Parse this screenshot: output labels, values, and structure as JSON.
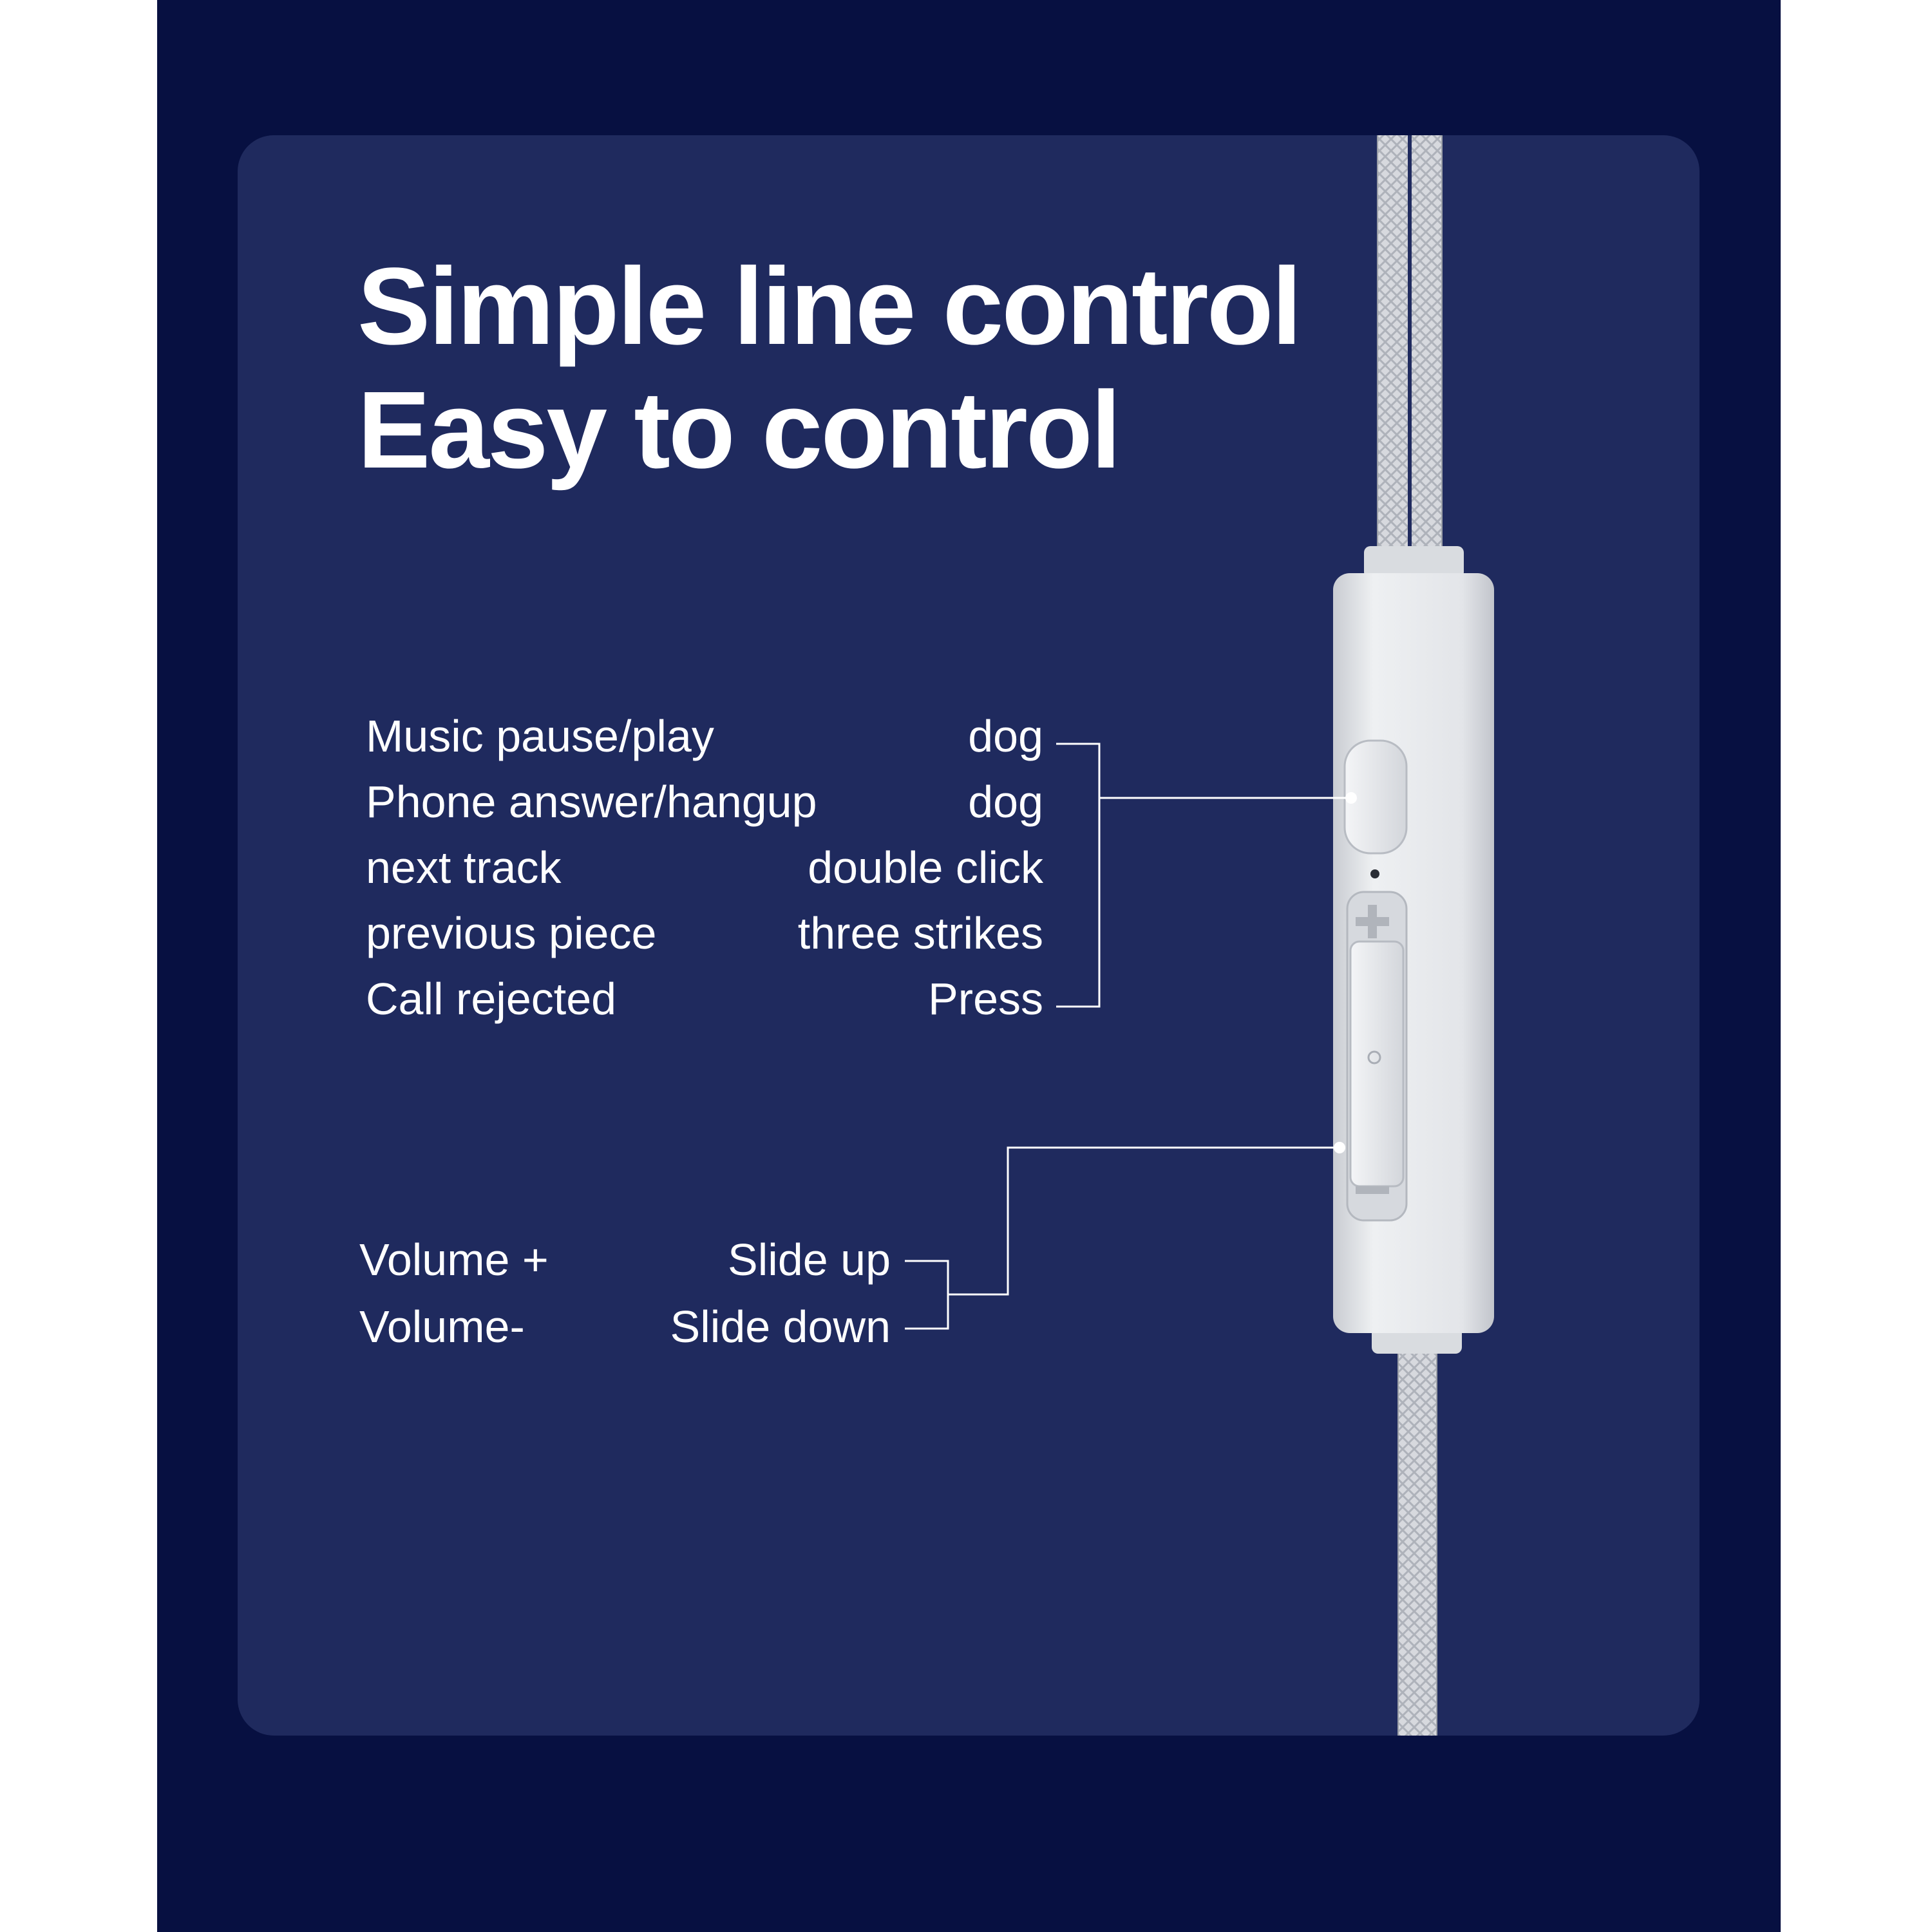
{
  "title": {
    "line1": "Simple line control",
    "line2": "Easy to control"
  },
  "button_functions": [
    {
      "action": "Music pause/play",
      "gesture": "dog"
    },
    {
      "action": "Phone answer/hangup",
      "gesture": "dog"
    },
    {
      "action": "next track",
      "gesture": "double click"
    },
    {
      "action": "previous piece",
      "gesture": "three strikes"
    },
    {
      "action": "Call rejected",
      "gesture": "Press"
    }
  ],
  "volume_functions": [
    {
      "action": "Volume +",
      "gesture": "Slide up"
    },
    {
      "action": "Volume-",
      "gesture": "Slide down"
    }
  ],
  "colors": {
    "outer_background": "#071041",
    "panel_background": "#1f2a5e",
    "text": "#ffffff",
    "remote": "#e4e6ea"
  }
}
